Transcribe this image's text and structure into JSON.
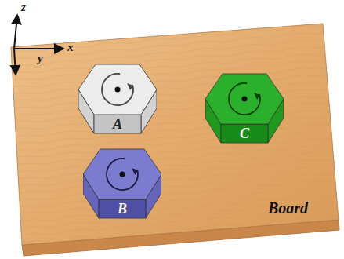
{
  "diagram": {
    "nodes": [
      {
        "text": [
          "Board"
        ]
      },
      {
        "text": [
          "A"
        ],
        "in": 0
      },
      {
        "text": [
          "C"
        ],
        "in": 0
      },
      {
        "text": [
          "B"
        ],
        "in": 0
      }
    ],
    "labels": [
      "z",
      "x",
      "y"
    ]
  }
}
